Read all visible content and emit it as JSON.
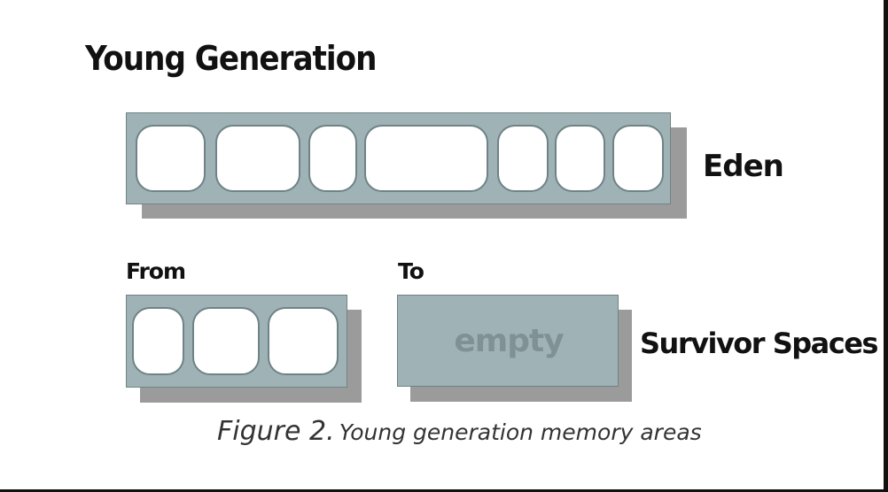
{
  "title": "Young Generation",
  "eden": {
    "label": "Eden",
    "object_count": 7
  },
  "survivor": {
    "label": "Survivor Spaces",
    "from": {
      "label": "From",
      "object_count": 3
    },
    "to": {
      "label": "To",
      "content": "empty"
    }
  },
  "caption": {
    "figure": "Figure 2.",
    "text": "Young generation memory areas"
  }
}
